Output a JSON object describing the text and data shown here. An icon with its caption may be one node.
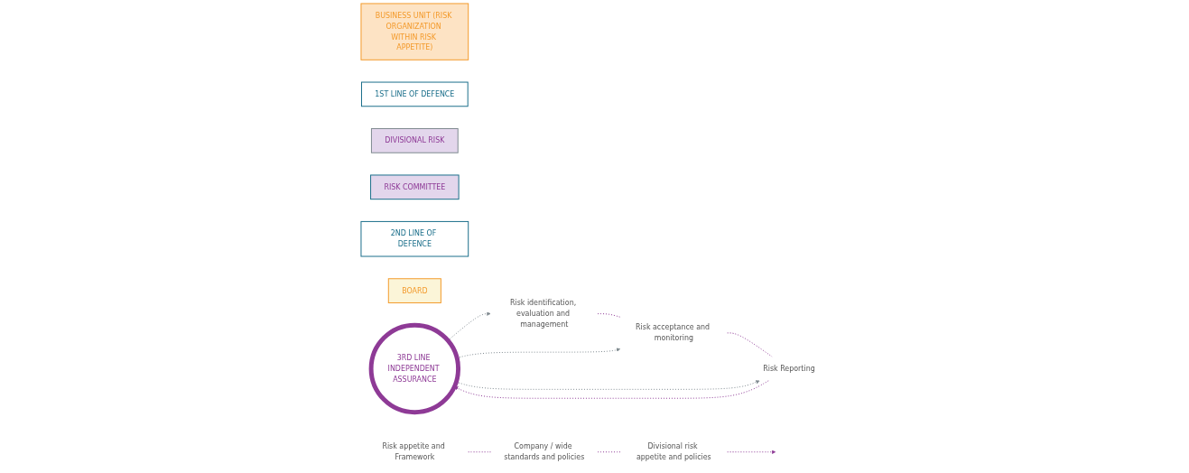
{
  "diagram": {
    "nodes": [
      {
        "text": [
          "BUSINESS UNIT (RISK ORGANIZATION WITHIN RISK APPETITE)"
        ]
      },
      {
        "text": [
          "1ST LINE OF DEFENCE"
        ]
      },
      {
        "text": [
          "DIVISIONAL RISK"
        ]
      },
      {
        "text": [
          "RISK COMMITTEE"
        ]
      },
      {
        "text": [
          "2ND LINE OF DEFENCE"
        ]
      },
      {
        "text": [
          "BOARD"
        ]
      },
      {
        "text": [
          "3RD LINE INDEPENDENT ASSURANCE"
        ]
      },
      {
        "text": [
          "Risk appetite and Framework"
        ]
      },
      {
        "text": [
          "Company / wide standards and policies"
        ]
      },
      {
        "text": [
          "Divisional risk appetite and policies"
        ]
      },
      {
        "text": [
          "Risk Reporting"
        ]
      },
      {
        "text": [
          "Risk acceptance and monitoring"
        ]
      },
      {
        "text": [
          "Risk identification, evaluation and management"
        ]
      }
    ],
    "edges": [
      {
        "from": 7,
        "to": 8,
        "arrow": "none",
        "style": "dashed"
      },
      {
        "from": 8,
        "to": 9,
        "arrow": "none",
        "style": "dashed"
      },
      {
        "from": 9,
        "to": null,
        "arrow": "to",
        "style": "dashed"
      },
      {
        "from": 12,
        "to": 11,
        "arrow": "none",
        "style": "dashed"
      },
      {
        "from": 11,
        "to": 10,
        "arrow": "none",
        "style": "dashed"
      },
      {
        "from": 10,
        "to": 6,
        "arrow": "to",
        "style": "dashed"
      },
      {
        "from": 6,
        "to": 10,
        "arrow": "to",
        "style": "dashed",
        "color": "#7f8a90"
      },
      {
        "from": 6,
        "to": 11,
        "arrow": "to",
        "style": "dashed",
        "color": "#7f8a90"
      },
      {
        "from": 6,
        "to": 12,
        "arrow": "to",
        "style": "dashed",
        "color": "#7f8a90"
      }
    ]
  }
}
